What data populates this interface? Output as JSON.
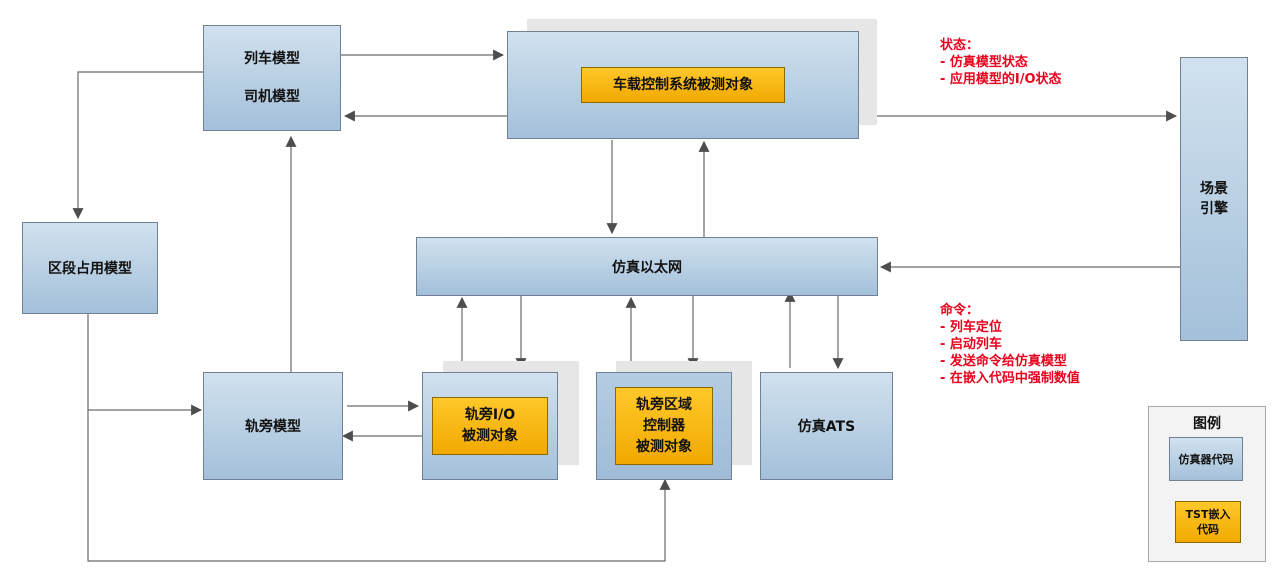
{
  "nodes": {
    "train_driver": {
      "line1": "列车模型",
      "line2": "司机模型"
    },
    "onboard": {
      "label": "车载控制系统被测对象"
    },
    "scene_engine": {
      "line1": "场景",
      "line2": "引擎"
    },
    "section_occupancy": {
      "label": "区段占用模型"
    },
    "ethernet": {
      "label": "仿真以太网"
    },
    "trackside_model": {
      "label": "轨旁模型"
    },
    "trackside_io": {
      "line1": "轨旁I/O",
      "line2": "被测对象"
    },
    "trackside_controller": {
      "line1": "轨旁区域",
      "line2": "控制器",
      "line3": "被测对象"
    },
    "sim_ats": {
      "label": "仿真ATS"
    }
  },
  "annotations": {
    "status": {
      "title": "状态：",
      "items": [
        "- 仿真模型状态",
        "- 应用模型的I/O状态"
      ]
    },
    "commands": {
      "title": "命令：",
      "items": [
        "- 列车定位",
        "- 启动列车",
        "- 发送命令给仿真模型",
        "- 在嵌入代码中强制数值"
      ]
    }
  },
  "legend": {
    "title": "图例",
    "sim_code": "仿真器代码",
    "tst_line1": "TST嵌入",
    "tst_line2": "代码"
  },
  "colors": {
    "blue_box": "#b8cfe3",
    "yellow_box": "#f6b600",
    "red_text": "#e8001c",
    "line": "#595959"
  }
}
